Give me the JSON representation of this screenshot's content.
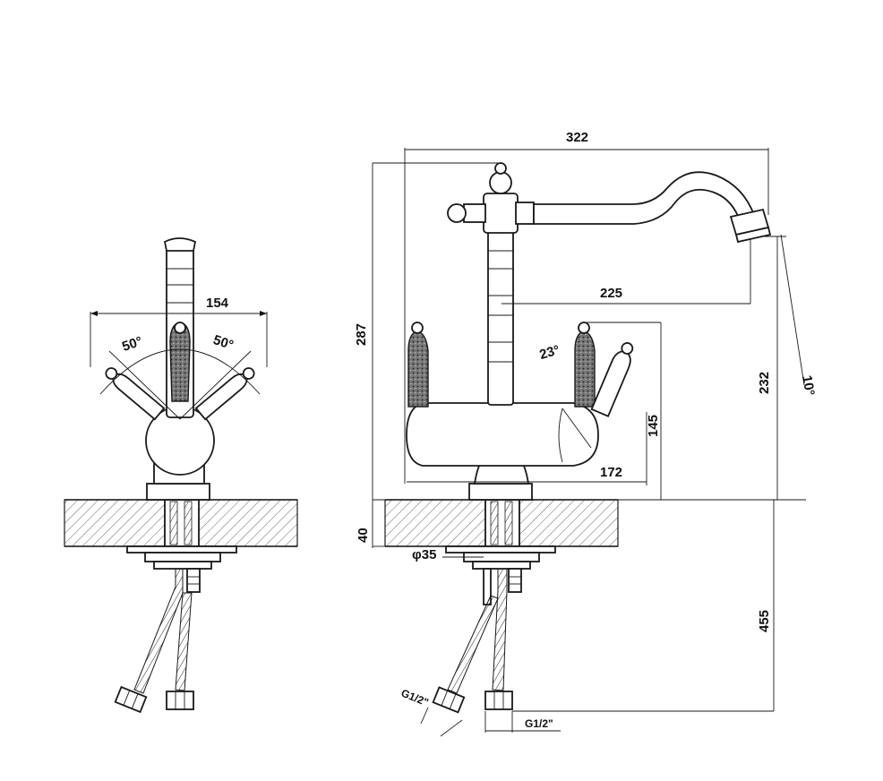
{
  "colors": {
    "line": "#1a1a1a",
    "hatch": "#555555",
    "background": "#ffffff"
  },
  "front_view": {
    "width": "154",
    "angle_left": "50°",
    "angle_right": "50°"
  },
  "side_view": {
    "overall_reach": "322",
    "height_total": "287",
    "spout_height": "232",
    "spout_reach": "225",
    "spout_tilt": "10°",
    "lever_angle": "23°",
    "body_height": "145",
    "body_reach": "172",
    "deck_thickness": "40",
    "hole_diameter": "φ35",
    "hose_length": "455",
    "thread_left": "G1/2\"",
    "thread_right": "G1/2\""
  }
}
